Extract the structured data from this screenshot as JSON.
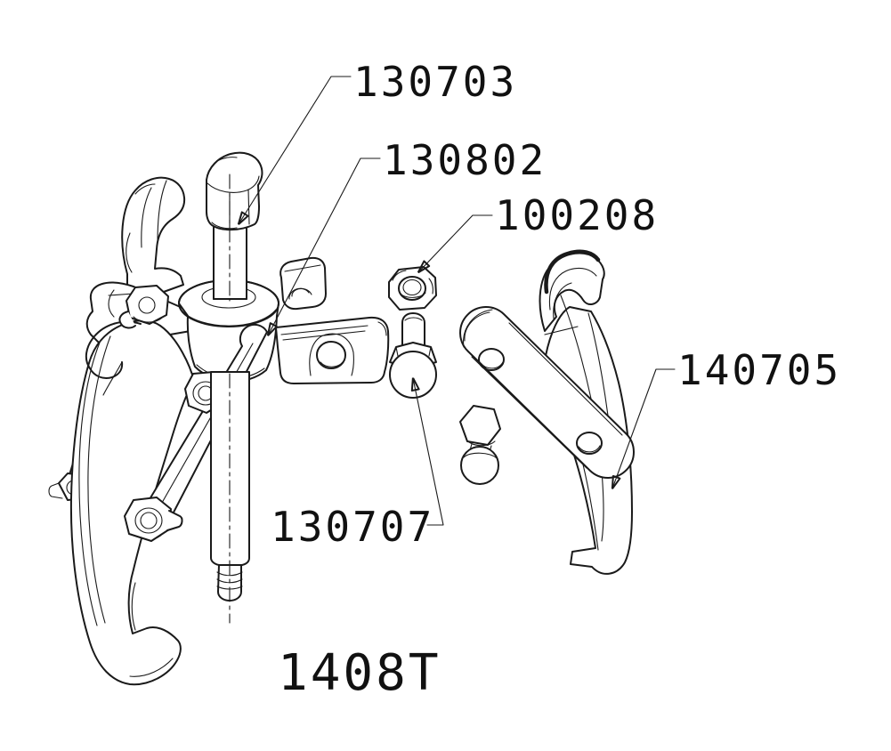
{
  "figure": {
    "model_label": "1408T",
    "background_color": "#ffffff",
    "line_color": "#1a1a1a"
  },
  "callouts": [
    {
      "id": "130703",
      "label": "130703"
    },
    {
      "id": "130802",
      "label": "130802"
    },
    {
      "id": "100208",
      "label": "100208"
    },
    {
      "id": "130707",
      "label": "130707"
    },
    {
      "id": "140705",
      "label": "140705"
    }
  ]
}
